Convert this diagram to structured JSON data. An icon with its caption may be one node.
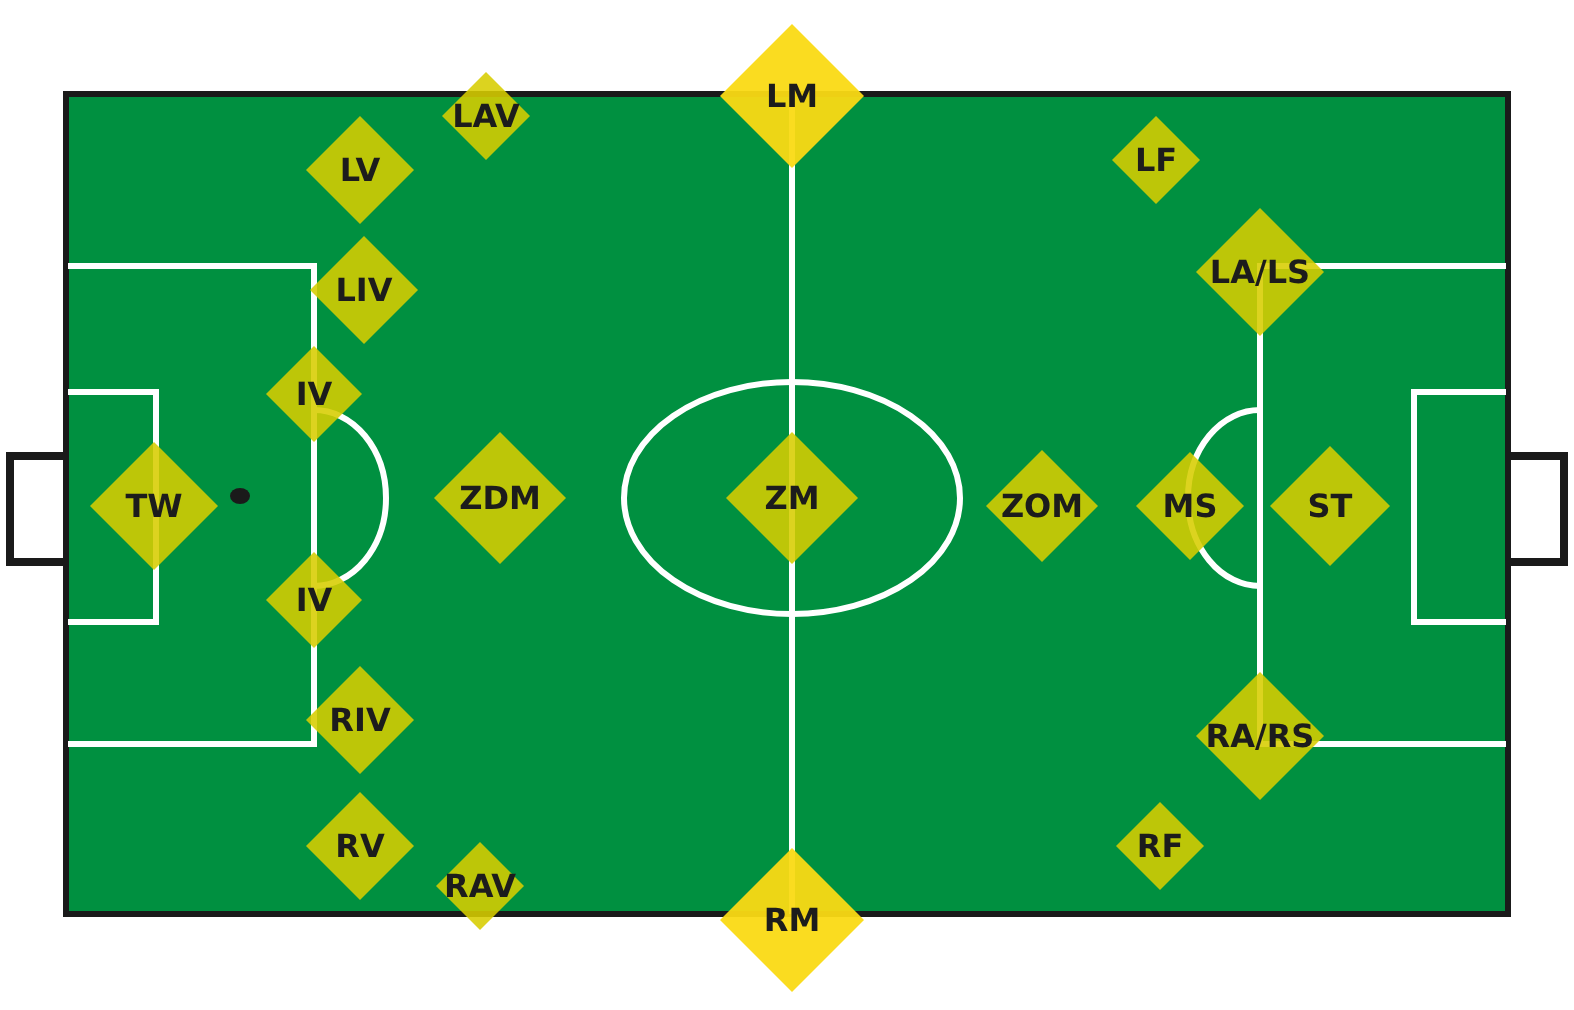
{
  "diagram": {
    "nodes": [
      {
        "text": [
          "LM"
        ]
      },
      {
        "text": [
          "LAV"
        ]
      },
      {
        "text": [
          "LV"
        ]
      },
      {
        "text": [
          "LF"
        ]
      },
      {
        "text": [
          "LIV"
        ]
      },
      {
        "text": [
          "LA/LS"
        ]
      },
      {
        "text": [
          "IV"
        ]
      },
      {
        "text": [
          "TW"
        ]
      },
      {
        "text": [
          "ZDM"
        ]
      },
      {
        "text": [
          "ZM"
        ]
      },
      {
        "text": [
          "ZOM"
        ]
      },
      {
        "text": [
          "MS"
        ]
      },
      {
        "text": [
          "ST"
        ]
      },
      {
        "text": [
          "IV"
        ]
      },
      {
        "text": [
          "RIV"
        ]
      },
      {
        "text": [
          "RA/RS"
        ]
      },
      {
        "text": [
          "RV"
        ]
      },
      {
        "text": [
          "RF"
        ]
      },
      {
        "text": [
          "RAV"
        ]
      },
      {
        "text": [
          "RM"
        ]
      }
    ]
  }
}
